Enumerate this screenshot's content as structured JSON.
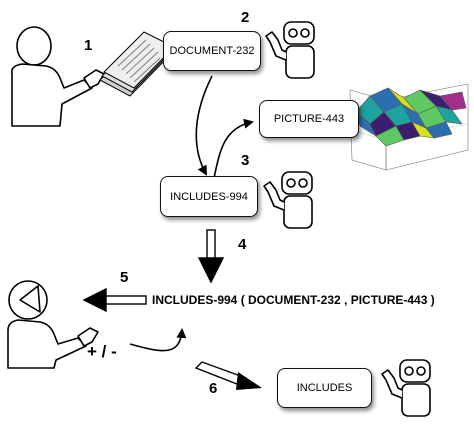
{
  "steps": {
    "s1": "1",
    "s2": "2",
    "s3": "3",
    "s4": "4",
    "s5": "5",
    "s6": "6"
  },
  "boxes": {
    "document": "DOCUMENT-232",
    "picture": "PICTURE-443",
    "includes_instance": "INCLUDES-994",
    "includes_class": "INCLUDES"
  },
  "relation": "INCLUDES-994 ( DOCUMENT-232 , PICTURE-443 )",
  "feedback": "+ / -",
  "surface_colors": [
    "#3b1f6e",
    "#2c6fb0",
    "#1fa3a0",
    "#5ec962",
    "#d8e21a",
    "#a22f8c"
  ]
}
